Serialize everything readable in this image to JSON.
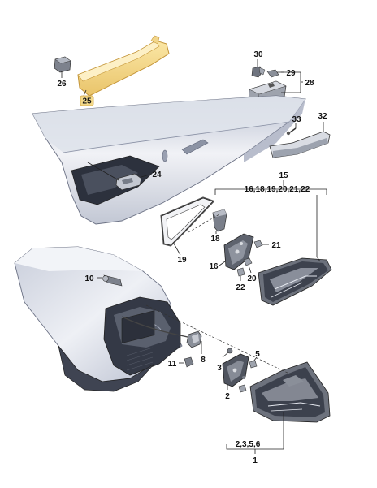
{
  "diagram": {
    "callouts": {
      "c1": "1",
      "c2": "2",
      "c2356": "2,3,5,6",
      "c3": "3",
      "c5": "5",
      "c8": "8",
      "c10": "10",
      "c11": "11",
      "c15": "15",
      "c16": "16",
      "c16list": "16,18,19,20,21,22",
      "c18": "18",
      "c19": "19",
      "c20": "20",
      "c21": "21",
      "c22": "22",
      "c24": "24",
      "c25": "25",
      "c26": "26",
      "c28": "28",
      "c29": "29",
      "c30": "30",
      "c32": "32",
      "c33": "33"
    },
    "colors": {
      "body_fill": "#e4e7ee",
      "body_shade": "#aeb4c6",
      "body_dark": "#3a3f4e",
      "lamp_red": "#c9ced8",
      "part_dark": "#6c717c",
      "highlight_fill": "#f3d98a",
      "highlight_stroke": "#d0a341"
    },
    "highlighted_part": "25"
  }
}
